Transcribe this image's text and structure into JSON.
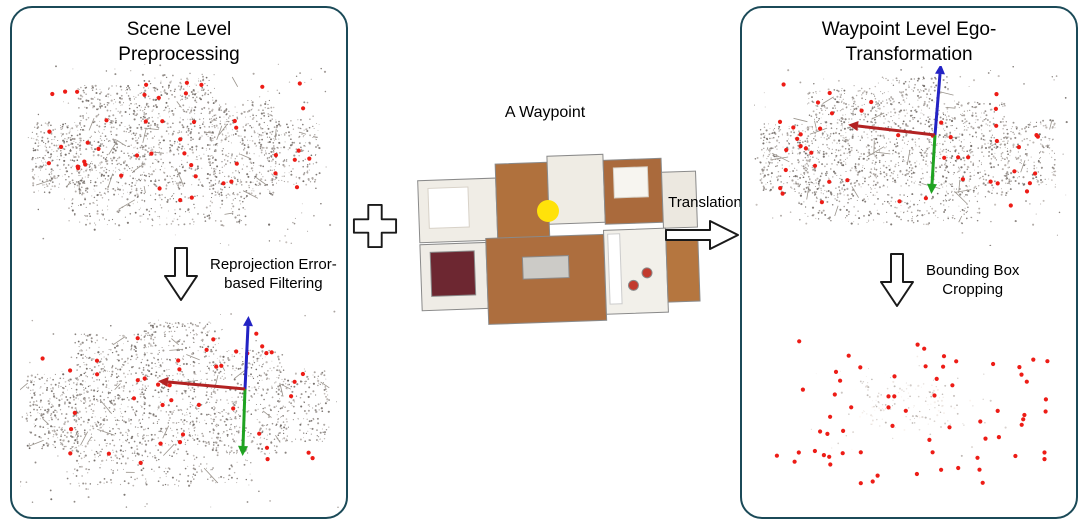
{
  "left_panel": {
    "title": "Scene Level\nPreprocessing",
    "arrow_label": "Reprojection Error-\nbased Filtering"
  },
  "middle": {
    "waypoint_label": "A Waypoint",
    "translation_label": "Translation"
  },
  "right_panel": {
    "title": "Waypoint Level Ego-\nTransformation",
    "arrow_label": "Bounding Box\nCropping"
  },
  "colors": {
    "panel_border": "#1b4a58",
    "point_red": "#ed1c16",
    "axis_x_red": "#b22222",
    "axis_y_green": "#1fa321",
    "axis_z_blue": "#2323c4",
    "waypoint_yellow": "#ffe20a"
  }
}
